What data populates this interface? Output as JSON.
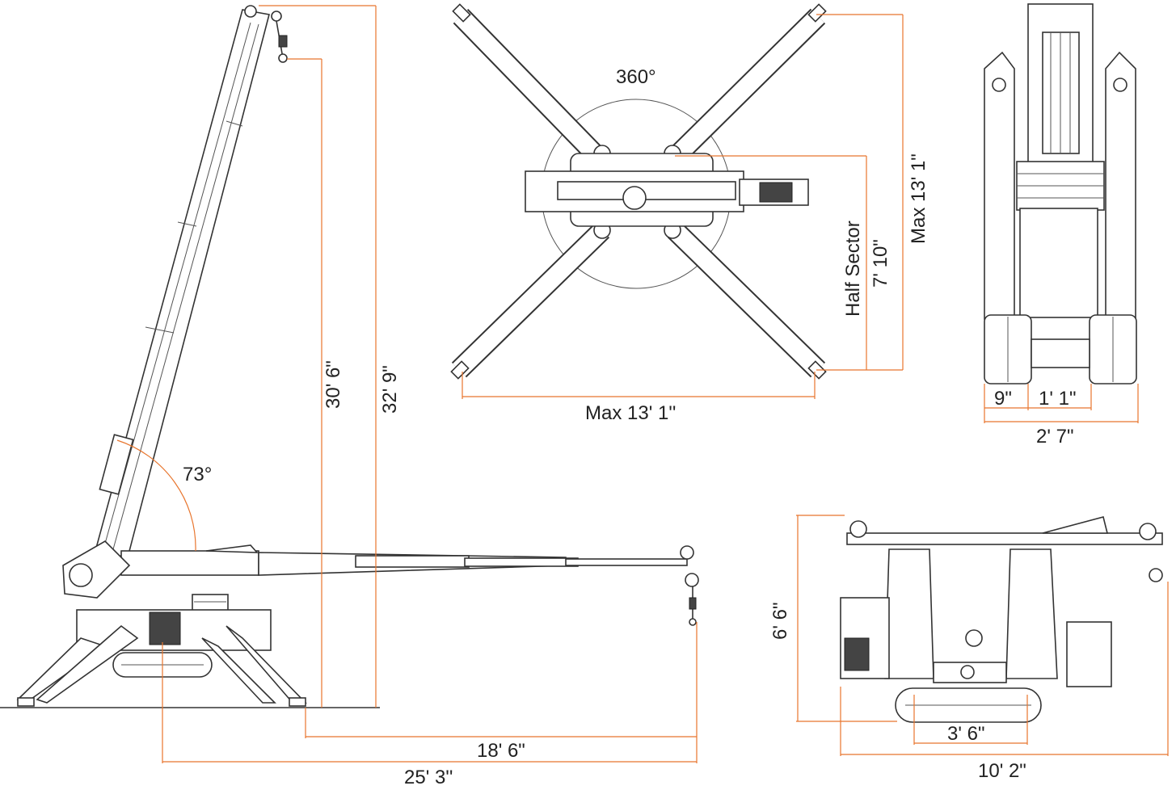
{
  "side_view": {
    "angle": "73°",
    "hook_height": "30' 6\"",
    "tip_height": "32' 9\"",
    "reach_from_outrigger": "18' 6\"",
    "reach_from_center": "25' 3''"
  },
  "top_view": {
    "rotation": "360°",
    "outrigger_width": "Max 13' 1''",
    "outrigger_length": "Max 13' 1\"",
    "half_sector_label": "Half Sector",
    "half_sector_value": "7' 10\""
  },
  "front_view": {
    "track_width": "9\"",
    "track_gap": "1' 1\"",
    "total_width": "2' 7\""
  },
  "stowed_view": {
    "height": "6' 6\"",
    "track_length": "3' 6\"",
    "total_length": "10' 2\""
  }
}
